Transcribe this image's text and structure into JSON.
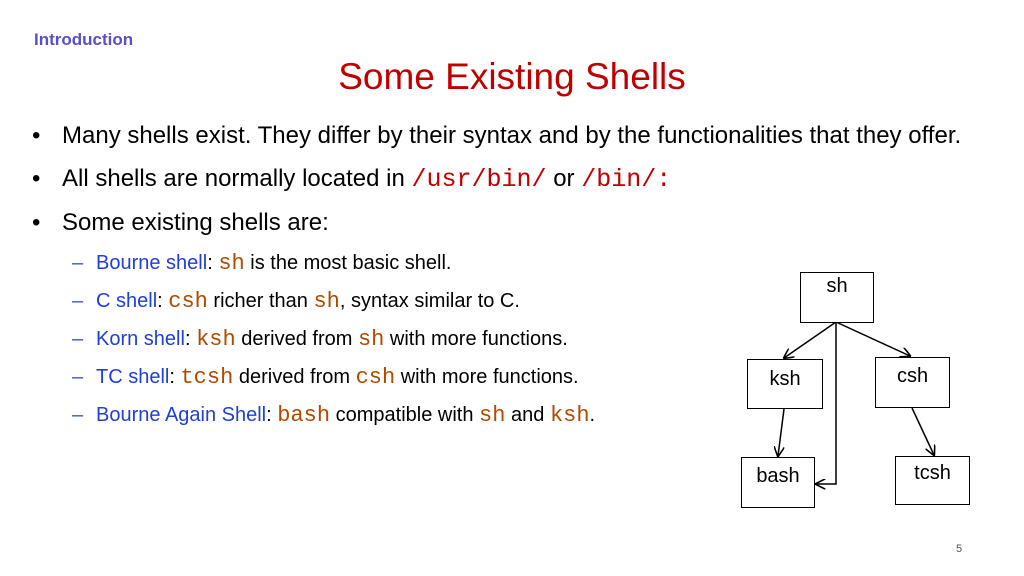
{
  "header": {
    "section": "Introduction",
    "title": "Some Existing Shells"
  },
  "bullets": {
    "b1": "Many shells exist. They differ by their syntax and by the functionalities that they offer.",
    "b2": {
      "pre": "All shells are normally located in ",
      "code1": "/usr/bin/",
      "mid": " or ",
      "code2": "/bin/:"
    },
    "b3": "Some existing shells are:",
    "sub": [
      {
        "name": "Bourne shell",
        "colon": ": ",
        "code": "sh",
        "text": " is the most basic shell."
      },
      {
        "name": "C shell",
        "colon": ": ",
        "code": "csh",
        "text": " richer than ",
        "code2": "sh",
        "text2": ", syntax similar to C."
      },
      {
        "name": "Korn shell",
        "colon": ": ",
        "code": "ksh",
        "text": " derived from ",
        "code2": "sh",
        "text2": " with more functions."
      },
      {
        "name": "TC shell",
        "colon": ": ",
        "code": "tcsh",
        "text": " derived from ",
        "code2": "csh",
        "text2": " with more functions."
      },
      {
        "name": "Bourne Again Shell",
        "colon": ": ",
        "code": "bash",
        "text": " compatible with ",
        "code2": "sh",
        "text2": " and ",
        "code3": "ksh",
        "text3": "."
      }
    ]
  },
  "diagram": {
    "sh": "sh",
    "ksh": "ksh",
    "csh": "csh",
    "bash": "bash",
    "tcsh": "tcsh"
  },
  "footer": {
    "page": "5"
  },
  "colors": {
    "title": "#c00000",
    "accent": "#1f3fd6",
    "code_sub": "#b14a00"
  }
}
